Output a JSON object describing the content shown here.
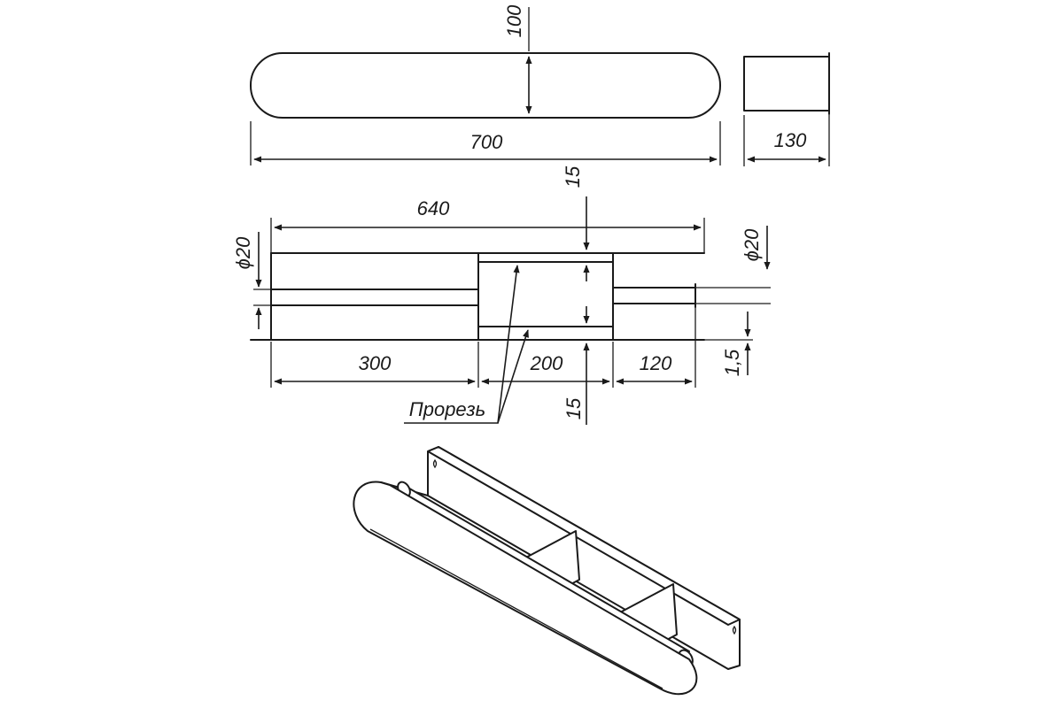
{
  "dimensions": {
    "front_height": "100",
    "front_width": "700",
    "side_depth": "130",
    "rail_length": "640",
    "top_gap": "15",
    "rod_diameter_left": "ϕ20",
    "rod_diameter_right": "ϕ20",
    "left_section": "300",
    "middle_section": "200",
    "right_section": "120",
    "bottom_gap": "15",
    "thickness": "1,5"
  },
  "annotations": {
    "slot": "Прорезь"
  }
}
